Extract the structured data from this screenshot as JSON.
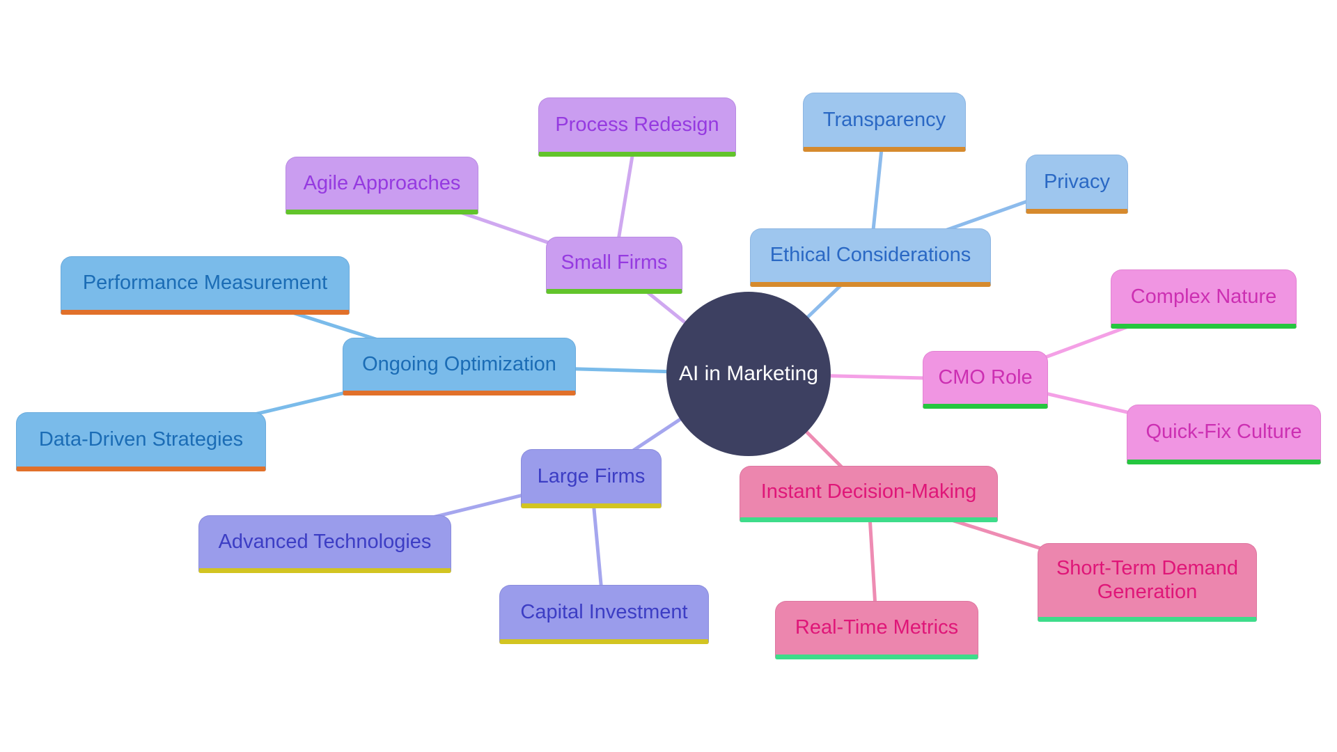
{
  "diagram": {
    "type": "mindmap",
    "background": "#ffffff",
    "center": {
      "id": "center",
      "label": "AI in Marketing",
      "fill": "#3d4061",
      "text_color": "#ffffff"
    },
    "families": {
      "purple": {
        "fill": "#ca9df0",
        "text": "#953ae0",
        "accent": "#62c42b",
        "line": "#cfa8f0"
      },
      "blue": {
        "fill": "#9ec6ee",
        "text": "#2a68c4",
        "accent": "#d68a2d",
        "line": "#8cbbec"
      },
      "pink": {
        "fill": "#f095e2",
        "text": "#cc2fb2",
        "accent": "#25c63f",
        "line": "#f4a0e6"
      },
      "sky": {
        "fill": "#7abbea",
        "text": "#1b6cb5",
        "accent": "#e1702a",
        "line": "#7abbea"
      },
      "peri": {
        "fill": "#9a9ceb",
        "text": "#3c3dc4",
        "accent": "#d2c421",
        "line": "#a5a6ee"
      },
      "dpink": {
        "fill": "#ec86ae",
        "text": "#df1678",
        "accent": "#3edc8a",
        "line": "#ee8cb3"
      }
    },
    "nodes": {
      "small_firms": {
        "label": "Small Firms",
        "family": "purple",
        "parent": "center"
      },
      "process_redesign": {
        "label": "Process Redesign",
        "family": "purple",
        "parent": "small_firms"
      },
      "agile_approaches": {
        "label": "Agile Approaches",
        "family": "purple",
        "parent": "small_firms"
      },
      "ethical_considerations": {
        "label": "Ethical Considerations",
        "family": "blue",
        "parent": "center"
      },
      "transparency": {
        "label": "Transparency",
        "family": "blue",
        "parent": "ethical_considerations"
      },
      "privacy": {
        "label": "Privacy",
        "family": "blue",
        "parent": "ethical_considerations"
      },
      "cmo_role": {
        "label": "CMO Role",
        "family": "pink",
        "parent": "center"
      },
      "complex_nature": {
        "label": "Complex Nature",
        "family": "pink",
        "parent": "cmo_role"
      },
      "quick_fix_culture": {
        "label": "Quick-Fix Culture",
        "family": "pink",
        "parent": "cmo_role"
      },
      "ongoing_optimization": {
        "label": "Ongoing Optimization",
        "family": "sky",
        "parent": "center"
      },
      "performance_measurement": {
        "label": "Performance Measurement",
        "family": "sky",
        "parent": "ongoing_optimization"
      },
      "data_driven_strategies": {
        "label": "Data-Driven Strategies",
        "family": "sky",
        "parent": "ongoing_optimization"
      },
      "large_firms": {
        "label": "Large Firms",
        "family": "peri",
        "parent": "center"
      },
      "advanced_technologies": {
        "label": "Advanced Technologies",
        "family": "peri",
        "parent": "large_firms"
      },
      "capital_investment": {
        "label": "Capital Investment",
        "family": "peri",
        "parent": "large_firms"
      },
      "instant_decision_making": {
        "label": "Instant Decision-Making",
        "family": "dpink",
        "parent": "center"
      },
      "real_time_metrics": {
        "label": "Real-Time Metrics",
        "family": "dpink",
        "parent": "instant_decision_making"
      },
      "short_term_demand_generation": {
        "label": "Short-Term Demand Generation",
        "family": "dpink",
        "parent": "instant_decision_making"
      }
    },
    "edges": [
      [
        "center",
        "small_firms"
      ],
      [
        "small_firms",
        "process_redesign"
      ],
      [
        "small_firms",
        "agile_approaches"
      ],
      [
        "center",
        "ethical_considerations"
      ],
      [
        "ethical_considerations",
        "transparency"
      ],
      [
        "ethical_considerations",
        "privacy"
      ],
      [
        "center",
        "cmo_role"
      ],
      [
        "cmo_role",
        "complex_nature"
      ],
      [
        "cmo_role",
        "quick_fix_culture"
      ],
      [
        "center",
        "ongoing_optimization"
      ],
      [
        "ongoing_optimization",
        "performance_measurement"
      ],
      [
        "ongoing_optimization",
        "data_driven_strategies"
      ],
      [
        "center",
        "large_firms"
      ],
      [
        "large_firms",
        "advanced_technologies"
      ],
      [
        "large_firms",
        "capital_investment"
      ],
      [
        "center",
        "instant_decision_making"
      ],
      [
        "instant_decision_making",
        "real_time_metrics"
      ],
      [
        "instant_decision_making",
        "short_term_demand_generation"
      ]
    ]
  }
}
